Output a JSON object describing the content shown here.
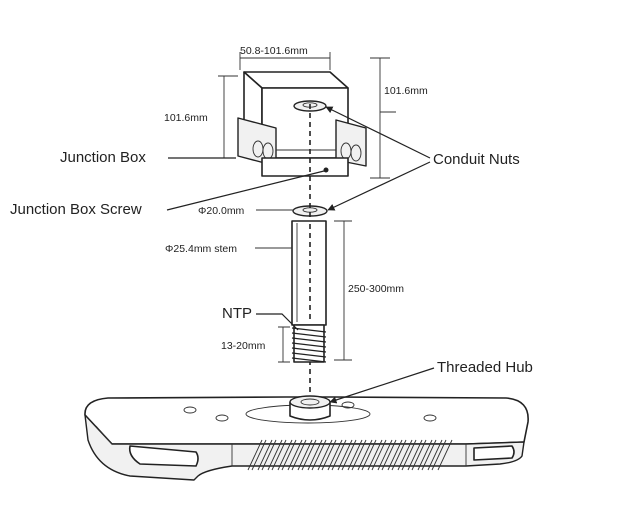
{
  "labels": {
    "junction_box": "Junction Box",
    "junction_box_screw": "Junction Box Screw",
    "conduit_nuts": "Conduit Nuts",
    "npt": "NTP",
    "threaded_hub": "Threaded Hub"
  },
  "dimensions": {
    "box_width": "50.8-101.6mm",
    "box_height_left": "101.6mm",
    "box_height_right": "101.6mm",
    "conduit_diameter": "Φ20.0mm",
    "stem_diameter": "Φ25.4mm stem",
    "stem_length": "250-300mm",
    "thread_length": "13-20mm"
  }
}
